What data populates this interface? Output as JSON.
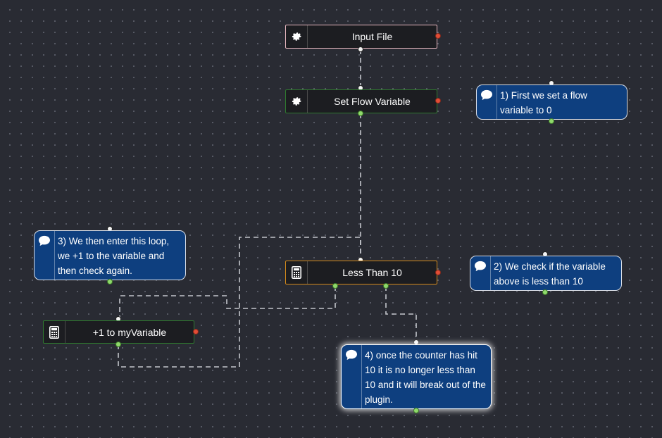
{
  "flow": {
    "nodes": {
      "input_file": {
        "label": "Input File",
        "icon": "gear-icon"
      },
      "set_flow_variable": {
        "label": "Set Flow Variable",
        "icon": "gear-icon"
      },
      "less_than": {
        "label": "Less Than 10",
        "icon": "calculator-icon"
      },
      "increment": {
        "label": "+1 to myVariable",
        "icon": "calculator-icon"
      }
    },
    "comments": {
      "c1": {
        "text": "1) First we set a flow variable to 0",
        "icon": "speech-bubble-icon"
      },
      "c2": {
        "text": "2) We check if the variable above is less than 10",
        "icon": "speech-bubble-icon"
      },
      "c3": {
        "text": "3) We then enter this loop, we +1 to the variable and then check again.",
        "icon": "speech-bubble-icon"
      },
      "c4": {
        "text": "4) once the counter has hit 10 it is no longer less than 10 and it will break out of the plugin.",
        "icon": "speech-bubble-icon"
      }
    }
  },
  "colors": {
    "canvas_background": "#292b33",
    "grid_dot": "#5a5d68",
    "node_background": "#1c1d21",
    "input_node_border": "#e8b8c0",
    "plugin_border_green": "#2f7a2f",
    "plugin_border_orange": "#d48a1a",
    "comment_background": "#0e3f7f",
    "port_input": "#f4f4f4",
    "port_output_red": "#e24d36",
    "port_output_green": "#8fd96b",
    "wire": "#c4c6cc"
  }
}
